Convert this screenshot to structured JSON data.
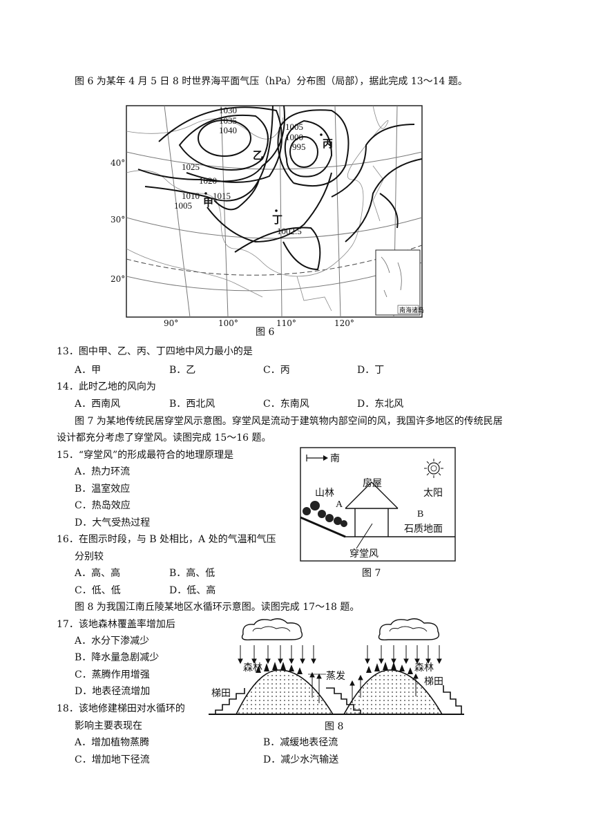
{
  "intro1": "图 6 为某年 4 月 5 日 8 时世界海平面气压（hPa）分布图（局部），据此完成 13～14 题。",
  "fig6": {
    "caption": "图 6",
    "isobars": [
      "1030",
      "1035",
      "1040",
      "1025",
      "1020",
      "1010",
      "1015",
      "1005",
      "1005",
      "1000",
      "995",
      "1002.5"
    ],
    "places": [
      "甲",
      "乙",
      "丙",
      "丁"
    ],
    "lat_labels": [
      "40°",
      "30°",
      "20°"
    ],
    "lon_labels": [
      "90°",
      "100°",
      "110°",
      "120°"
    ],
    "inset_label": "南海诸岛"
  },
  "q13": {
    "stem": "13．图中甲、乙、丙、丁四地中风力最小的是",
    "options": [
      "A．甲",
      "B．乙",
      "C．丙",
      "D．丁"
    ]
  },
  "q14": {
    "stem": "14．此时乙地的风向为",
    "options": [
      "A．西南风",
      "B．西北风",
      "C．东南风",
      "D．东北风"
    ]
  },
  "intro2_line1": "图 7 为某地传统民居穿堂风示意图。穿堂风是流动于建筑物内部空间的风，我国许多地区的传统民居",
  "intro2_line2": "设计都充分考虑了穿堂风。读图完成 15～16 题。",
  "q15": {
    "stem": "15．“穿堂风”的形成最符合的地理原理是",
    "options": [
      "A．热力环流",
      "B．温室效应",
      "C．热岛效应",
      "D．大气受热过程"
    ]
  },
  "q16": {
    "stem_line1": "16．在图示时段，与 B 处相比，A 处的气温和气压",
    "stem_line2": "分别较",
    "options": [
      "A．高、高",
      "B．高、低",
      "C．低、低",
      "D．低、高"
    ]
  },
  "fig7": {
    "caption": "图 7",
    "labels": {
      "south": "南",
      "house": "房屋",
      "sun": "太阳",
      "forest": "山林",
      "a": "A",
      "b": "B",
      "ground": "石质地面",
      "wind": "穿堂风"
    }
  },
  "intro3": "图 8 为我国江南丘陵某地区水循环示意图。读图完成 17～18 题。",
  "q17": {
    "stem": "17．该地森林覆盖率增加后",
    "options": [
      "A．水分下渗减少",
      "B．降水量急剧减少",
      "C．蒸腾作用增强",
      "D．地表径流增加"
    ]
  },
  "q18": {
    "stem_line1": "18．该地修建梯田对水循环的",
    "stem_line2": "影响主要表现在",
    "options": [
      "A．增加植物蒸腾",
      "B．减缓地表径流",
      "C．增加地下径流",
      "D．减少水汽输送"
    ]
  },
  "fig8": {
    "caption": "图 8",
    "labels": {
      "forest_left": "森林",
      "forest_right": "森林",
      "evap": "蒸发",
      "terrace_left": "梯田",
      "terrace_right": "梯田"
    }
  }
}
